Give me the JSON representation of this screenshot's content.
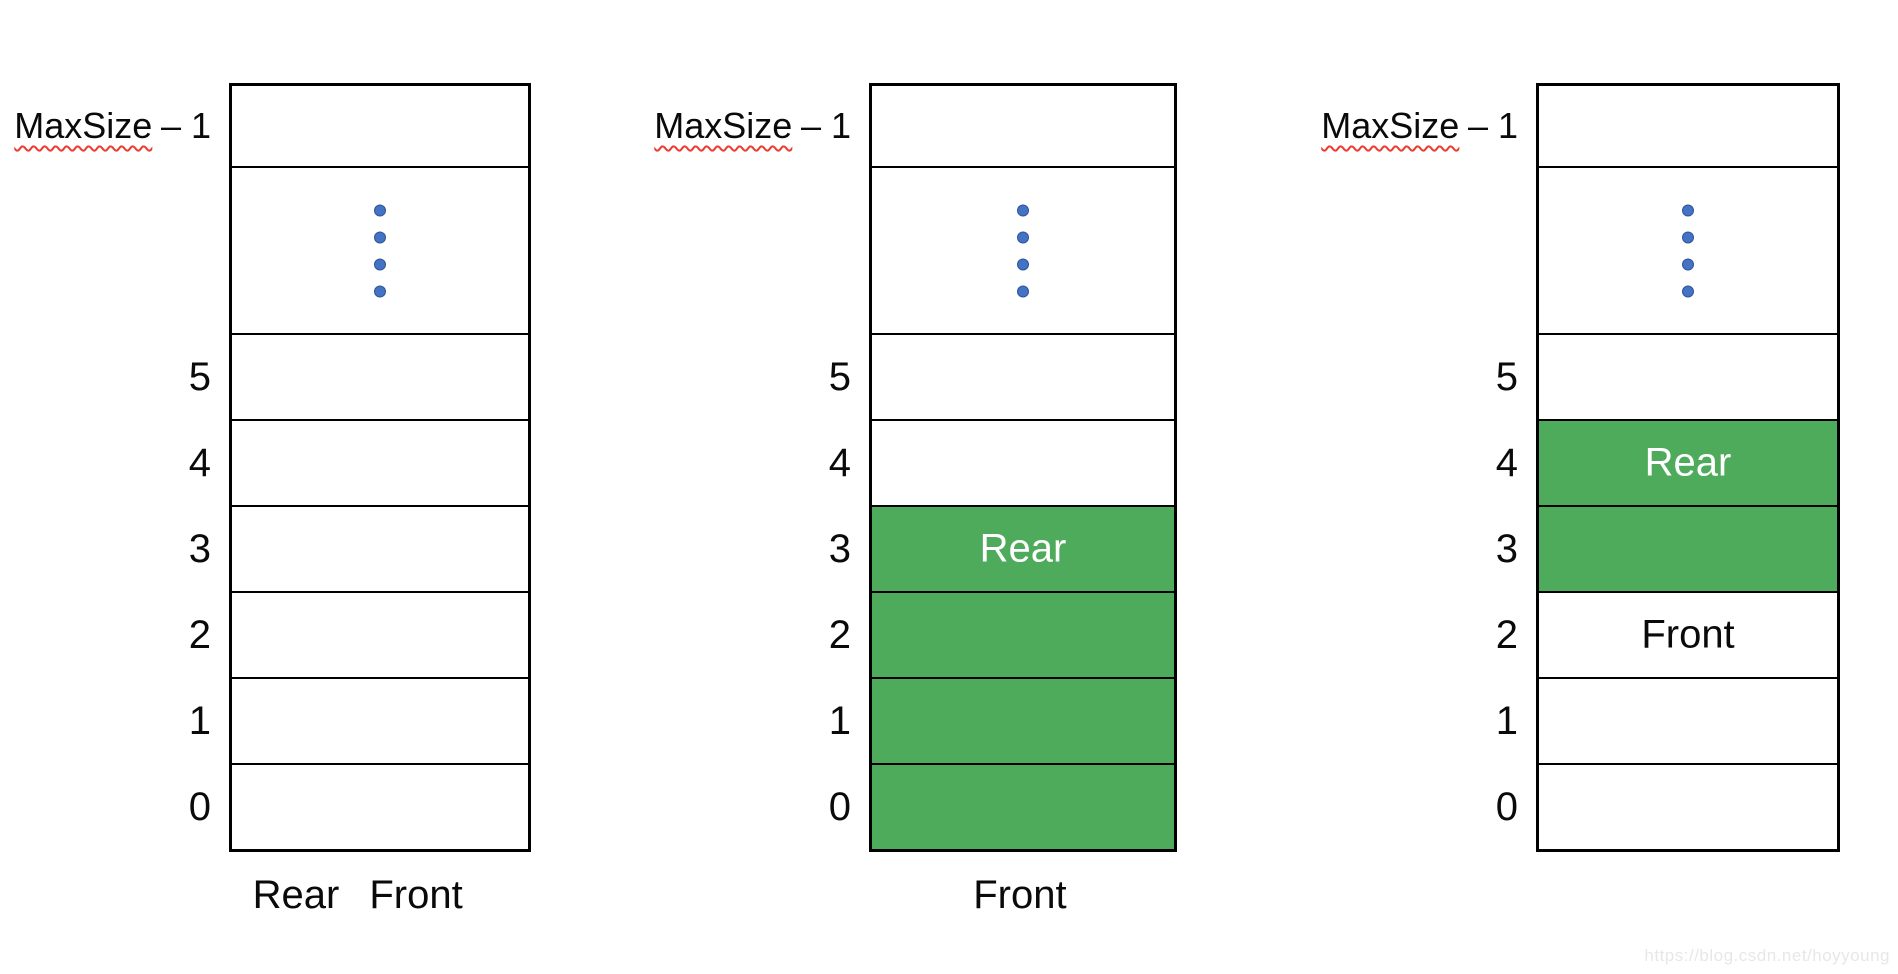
{
  "shared": {
    "maxsize_word": "MaxSize",
    "maxsize_suffix": "– 1",
    "dots_count": 4
  },
  "colors": {
    "cell-green": "#4EAB5C",
    "dot-blue": "#4472C4",
    "dot-border": "#2F5597",
    "line-black": "#000000",
    "squiggle-red": "#ED3B2F",
    "watermark-gray": "#E7E7E9"
  },
  "watermark": "https://blog.csdn.net/hoyyoung",
  "diagrams": [
    {
      "name": "empty-queue",
      "rows": [
        {
          "label": "",
          "text": "",
          "filled": false
        },
        {
          "label": "",
          "text": "",
          "filled": false
        },
        {
          "label": "5",
          "text": "",
          "filled": false
        },
        {
          "label": "4",
          "text": "",
          "filled": false
        },
        {
          "label": "3",
          "text": "",
          "filled": false
        },
        {
          "label": "2",
          "text": "",
          "filled": false
        },
        {
          "label": "1",
          "text": "",
          "filled": false
        },
        {
          "label": "0",
          "text": "",
          "filled": false
        }
      ],
      "bottom_labels": [
        "Rear",
        "Front"
      ]
    },
    {
      "name": "queue-with-four-items",
      "rows": [
        {
          "label": "",
          "text": "",
          "filled": false
        },
        {
          "label": "",
          "text": "",
          "filled": false
        },
        {
          "label": "5",
          "text": "",
          "filled": false
        },
        {
          "label": "4",
          "text": "",
          "filled": false
        },
        {
          "label": "3",
          "text": "Rear",
          "filled": true
        },
        {
          "label": "2",
          "text": "",
          "filled": true
        },
        {
          "label": "1",
          "text": "",
          "filled": true
        },
        {
          "label": "0",
          "text": "",
          "filled": true
        }
      ],
      "bottom_labels": [
        "Front"
      ]
    },
    {
      "name": "queue-after-dequeues",
      "rows": [
        {
          "label": "",
          "text": "",
          "filled": false
        },
        {
          "label": "",
          "text": "",
          "filled": false
        },
        {
          "label": "5",
          "text": "",
          "filled": false
        },
        {
          "label": "4",
          "text": "Rear",
          "filled": true
        },
        {
          "label": "3",
          "text": "",
          "filled": true
        },
        {
          "label": "2",
          "text": "Front",
          "filled": false
        },
        {
          "label": "1",
          "text": "",
          "filled": false
        },
        {
          "label": "0",
          "text": "",
          "filled": false
        }
      ],
      "bottom_labels": []
    }
  ]
}
